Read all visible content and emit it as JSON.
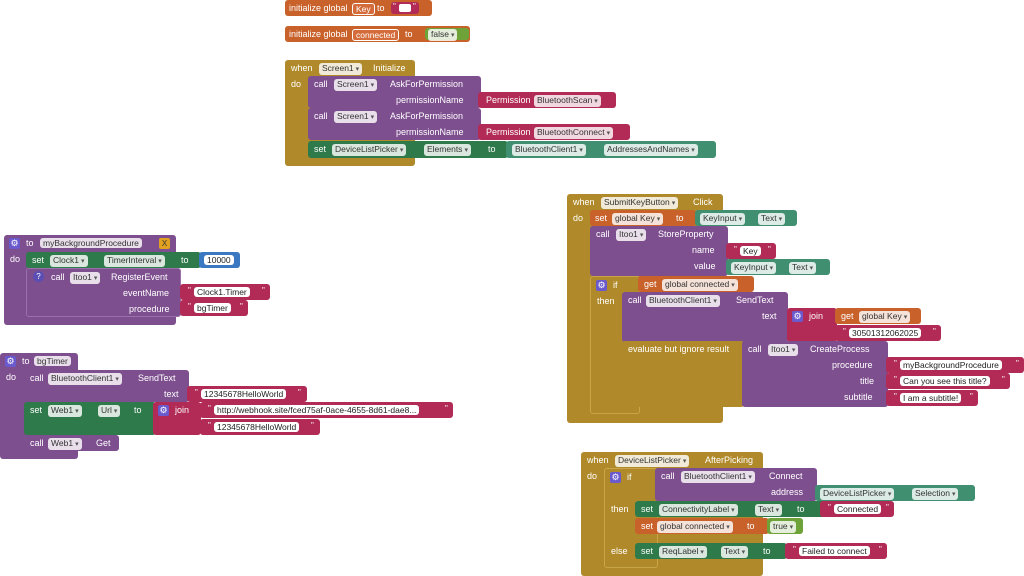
{
  "globals": {
    "key_block": {
      "prefix": "initialize global",
      "name": "Key",
      "to": "to",
      "value": ""
    },
    "connected_block": {
      "prefix": "initialize global",
      "name": "connected",
      "to": "to",
      "value": "false"
    }
  },
  "screen_init": {
    "when": "when",
    "component": "Screen1",
    "event": "Initialize",
    "do": "do",
    "call1": {
      "call": "call",
      "component": "Screen1",
      "method": "AskForPermission",
      "param": "permissionName",
      "value_prefix": "Permission",
      "value": "BluetoothScan"
    },
    "call2": {
      "call": "call",
      "component": "Screen1",
      "method": "AskForPermission",
      "param": "permissionName",
      "value_prefix": "Permission",
      "value": "BluetoothConnect"
    },
    "set": {
      "set": "set",
      "component": "DeviceListPicker",
      "prop": "Elements",
      "to": "to",
      "src_component": "BluetoothClient1",
      "src_prop": "AddressesAndNames"
    }
  },
  "bg_procedure": {
    "to": "to",
    "name": "myBackgroundProcedure",
    "x": "X",
    "do": "do",
    "set": {
      "set": "set",
      "component": "Clock1",
      "prop": "TimerInterval",
      "to": "to",
      "value": "10000"
    },
    "call": {
      "call": "call",
      "component": "Itoo1",
      "method": "RegisterEvent",
      "param1": "eventName",
      "value1": "Clock1.Timer",
      "param2": "procedure",
      "value2": "bgTimer"
    }
  },
  "bg_timer": {
    "to": "to",
    "name": "bgTimer",
    "do": "do",
    "call": {
      "call": "call",
      "component": "BluetoothClient1",
      "method": "SendText",
      "param": "text",
      "value": "12345678HelloWorld"
    },
    "set": {
      "set": "set",
      "component": "Web1",
      "prop": "Url",
      "to": "to",
      "join": "join",
      "value1": "http://webhook.site/fced75af-0ace-4655-8d61-dae8...",
      "value2": "12345678HelloWorld"
    },
    "call2": {
      "call": "call",
      "component": "Web1",
      "method": "Get"
    }
  },
  "submit": {
    "when": "when",
    "component": "SubmitKeyButton",
    "event": "Click",
    "do": "do",
    "set": {
      "set": "set",
      "var": "global Key",
      "to": "to",
      "component": "KeyInput",
      "prop": "Text"
    },
    "call": {
      "call": "call",
      "component": "Itoo1",
      "method": "StoreProperty",
      "param1": "name",
      "value1": "Key",
      "param2": "value",
      "component2": "KeyInput",
      "prop2": "Text"
    },
    "if": {
      "if": "if",
      "get": "get",
      "var": "global connected",
      "then": "then"
    },
    "call2": {
      "call": "call",
      "component": "BluetoothClient1",
      "method": "SendText",
      "param": "text",
      "join": "join",
      "get": "get",
      "var": "global Key",
      "value": "30501312062025"
    },
    "eval": {
      "label": "evaluate but ignore result",
      "call": "call",
      "component": "Itoo1",
      "method": "CreateProcess",
      "param1": "procedure",
      "value1": "myBackgroundProcedure",
      "param2": "title",
      "value2": "Can you see this title?",
      "param3": "subtitle",
      "value3": "I am a subtitle!"
    }
  },
  "picker": {
    "when": "when",
    "component": "DeviceListPicker",
    "event": "AfterPicking",
    "do": "do",
    "if": {
      "if": "if",
      "call": "call",
      "component": "BluetoothClient1",
      "method": "Connect",
      "param": "address",
      "src_component": "DeviceListPicker",
      "src_prop": "Selection"
    },
    "then": {
      "then": "then",
      "set": "set",
      "component": "ConnectivityLabel",
      "prop": "Text",
      "to": "to",
      "value": "Connected",
      "set2": "set",
      "var": "global connected",
      "to2": "to",
      "value2": "true"
    },
    "else": {
      "else": "else",
      "set": "set",
      "component": "ReqLabel",
      "prop": "Text",
      "to": "to",
      "value": "Failed to connect"
    }
  },
  "colors": {
    "control": "#b08a2a",
    "procedure": "#7e4f8f",
    "text": "#b22b57",
    "component_set": "#2e7a4a",
    "variable": "#d36b3a",
    "logic": "#6ea33a",
    "math": "#3b78c2"
  }
}
